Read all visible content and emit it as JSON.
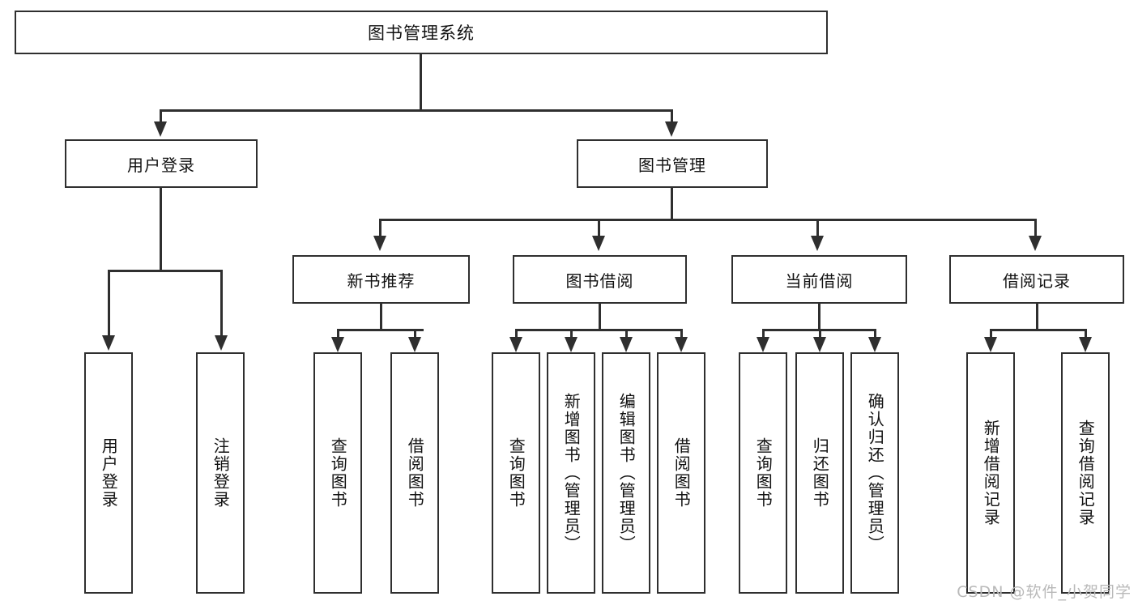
{
  "diagram": {
    "title": "图书管理系统",
    "type": "tree",
    "watermark": "CSDN @软件_小贺同学",
    "colors": {
      "stroke": "#2f2f2f",
      "fill": "#ffffff",
      "text": "#111111",
      "watermark": "#b9b9b9"
    },
    "root": {
      "label": "图书管理系统"
    },
    "level1": [
      {
        "id": "user-login",
        "label": "用户登录"
      },
      {
        "id": "book-manage",
        "label": "图书管理"
      }
    ],
    "level2": [
      {
        "id": "new-book-recommend",
        "label": "新书推荐",
        "parent": "book-manage"
      },
      {
        "id": "book-borrow",
        "label": "图书借阅",
        "parent": "book-manage"
      },
      {
        "id": "current-borrow",
        "label": "当前借阅",
        "parent": "book-manage"
      },
      {
        "id": "borrow-record",
        "label": "借阅记录",
        "parent": "book-manage"
      }
    ],
    "leaves": [
      {
        "id": "leaf-user-login",
        "label": "用户登录",
        "parent": "user-login"
      },
      {
        "id": "leaf-user-logout",
        "label": "注销登录",
        "parent": "user-login"
      },
      {
        "id": "leaf-query-book-1",
        "label": "查询图书",
        "parent": "new-book-recommend"
      },
      {
        "id": "leaf-borrow-book-1",
        "label": "借阅图书",
        "parent": "new-book-recommend"
      },
      {
        "id": "leaf-query-book-2",
        "label": "查询图书",
        "parent": "book-borrow"
      },
      {
        "id": "leaf-add-book",
        "label": "新增图书（管理员）",
        "parent": "book-borrow"
      },
      {
        "id": "leaf-edit-book",
        "label": "编辑图书（管理员）",
        "parent": "book-borrow"
      },
      {
        "id": "leaf-borrow-book-2",
        "label": "借阅图书",
        "parent": "book-borrow"
      },
      {
        "id": "leaf-query-book-3",
        "label": "查询图书",
        "parent": "current-borrow"
      },
      {
        "id": "leaf-return-book",
        "label": "归还图书",
        "parent": "current-borrow"
      },
      {
        "id": "leaf-confirm-return",
        "label": "确认归还（管理员）",
        "parent": "current-borrow"
      },
      {
        "id": "leaf-add-record",
        "label": "新增借阅记录",
        "parent": "borrow-record"
      },
      {
        "id": "leaf-query-record",
        "label": "查询借阅记录",
        "parent": "borrow-record"
      }
    ]
  }
}
